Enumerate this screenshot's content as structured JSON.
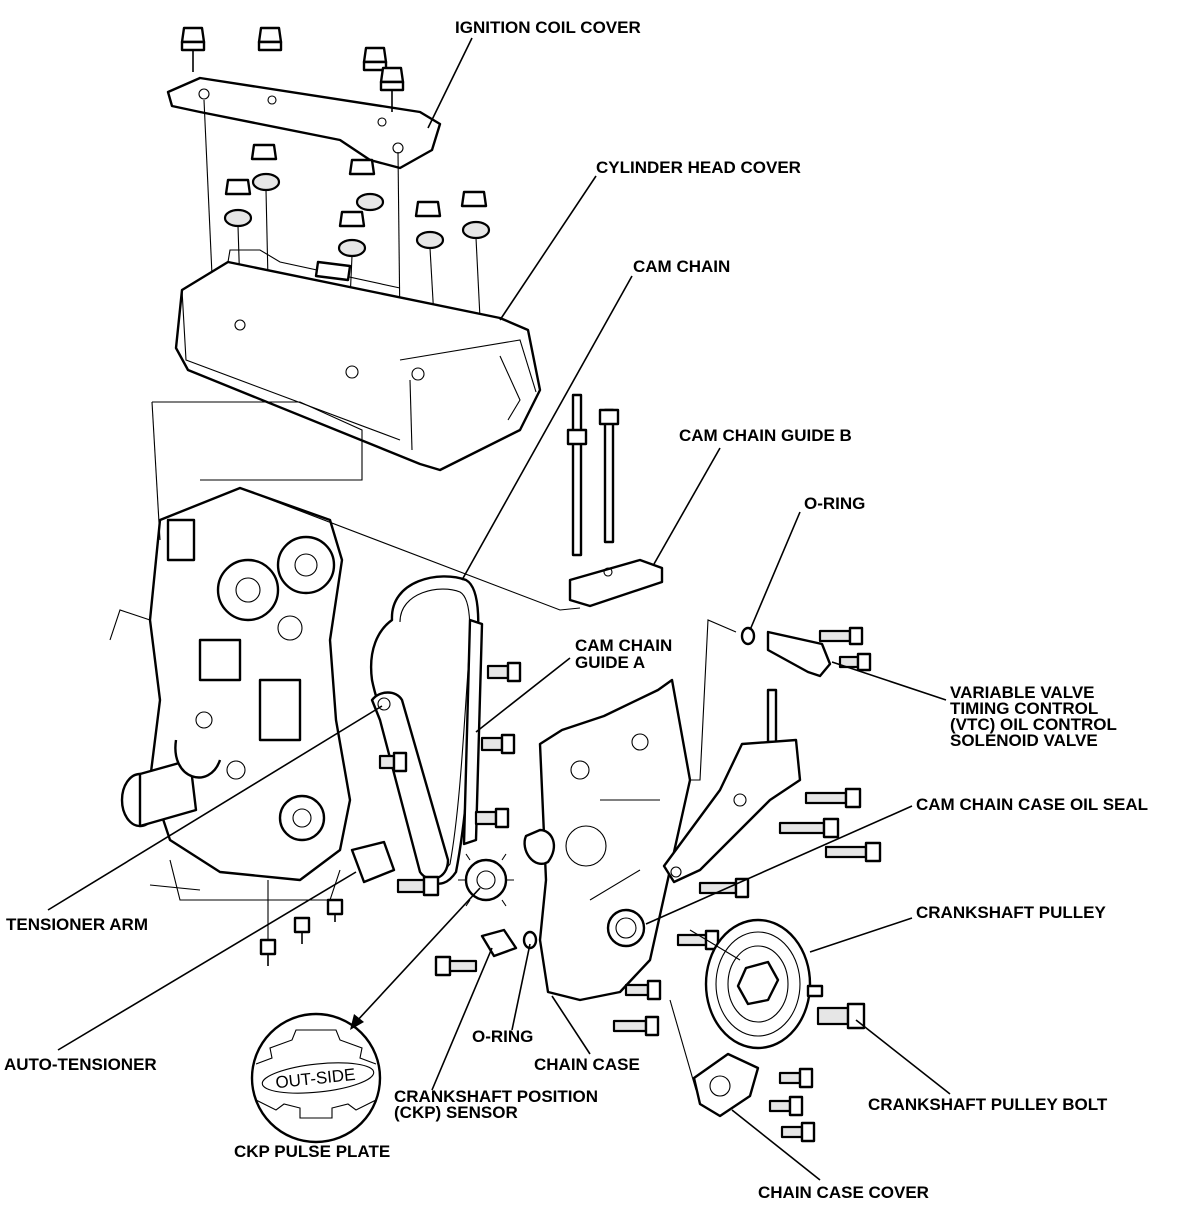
{
  "labels": {
    "ignition_coil_cover": "IGNITION COIL COVER",
    "cylinder_head_cover": "CYLINDER HEAD COVER",
    "cam_chain": "CAM CHAIN",
    "cam_chain_guide_b": "CAM CHAIN GUIDE B",
    "o_ring_top": "O-RING",
    "cam_chain_guide_a_1": "CAM CHAIN",
    "cam_chain_guide_a_2": "GUIDE A",
    "vtc_1": "VARIABLE VALVE",
    "vtc_2": "TIMING CONTROL",
    "vtc_3": "(VTC) OIL CONTROL",
    "vtc_4": "SOLENOID VALVE",
    "cam_chain_case_oil_seal": "CAM CHAIN CASE OIL SEAL",
    "crankshaft_pulley": "CRANKSHAFT PULLEY",
    "tensioner_arm": "TENSIONER ARM",
    "auto_tensioner": "AUTO-TENSIONER",
    "o_ring_bottom": "O-RING",
    "chain_case": "CHAIN CASE",
    "ckp_sensor_1": "CRANKSHAFT POSITION",
    "ckp_sensor_2": "(CKP) SENSOR",
    "crankshaft_pulley_bolt": "CRANKSHAFT PULLEY BOLT",
    "ckp_pulse_plate": "CKP PULSE PLATE",
    "chain_case_cover": "CHAIN CASE COVER",
    "out_side": "OUT-SIDE"
  }
}
